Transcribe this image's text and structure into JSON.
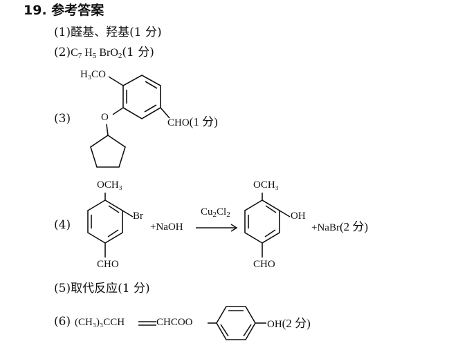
{
  "heading": "19.  参考答案",
  "items": [
    {
      "number": "(1)",
      "text": "醛基、羟基(1 分)"
    },
    {
      "number": "(2)",
      "formula": {
        "c": "C",
        "c_n": "7",
        "h": " H",
        "h_n": "5",
        "rest": " BrO",
        "o_n": "2"
      },
      "score": "(1 分)"
    },
    {
      "number": "(3)",
      "group_top": "H₃CO",
      "group_mid": "O",
      "group_right": "CHO",
      "score": "(1 分)"
    },
    {
      "number": "(4)",
      "reactant": {
        "top": "OCH₃",
        "side": "Br",
        "bottom": "CHO"
      },
      "reagent": "+NaOH",
      "catalyst": {
        "base": "Cu",
        "n1": "2",
        "el": "Cl",
        "n2": "2"
      },
      "product": {
        "top": "OCH₃",
        "side": "OH",
        "bottom": "CHO"
      },
      "byproduct": "+NaBr",
      "score": "(2 分)"
    },
    {
      "number": "(5)",
      "text": "取代反应(1 分)"
    },
    {
      "number": "(6)",
      "formula_left": "(CH₃)₃CCH",
      "formula_mid": "CHCOO",
      "formula_right": "OH",
      "score": "(2 分)"
    }
  ]
}
